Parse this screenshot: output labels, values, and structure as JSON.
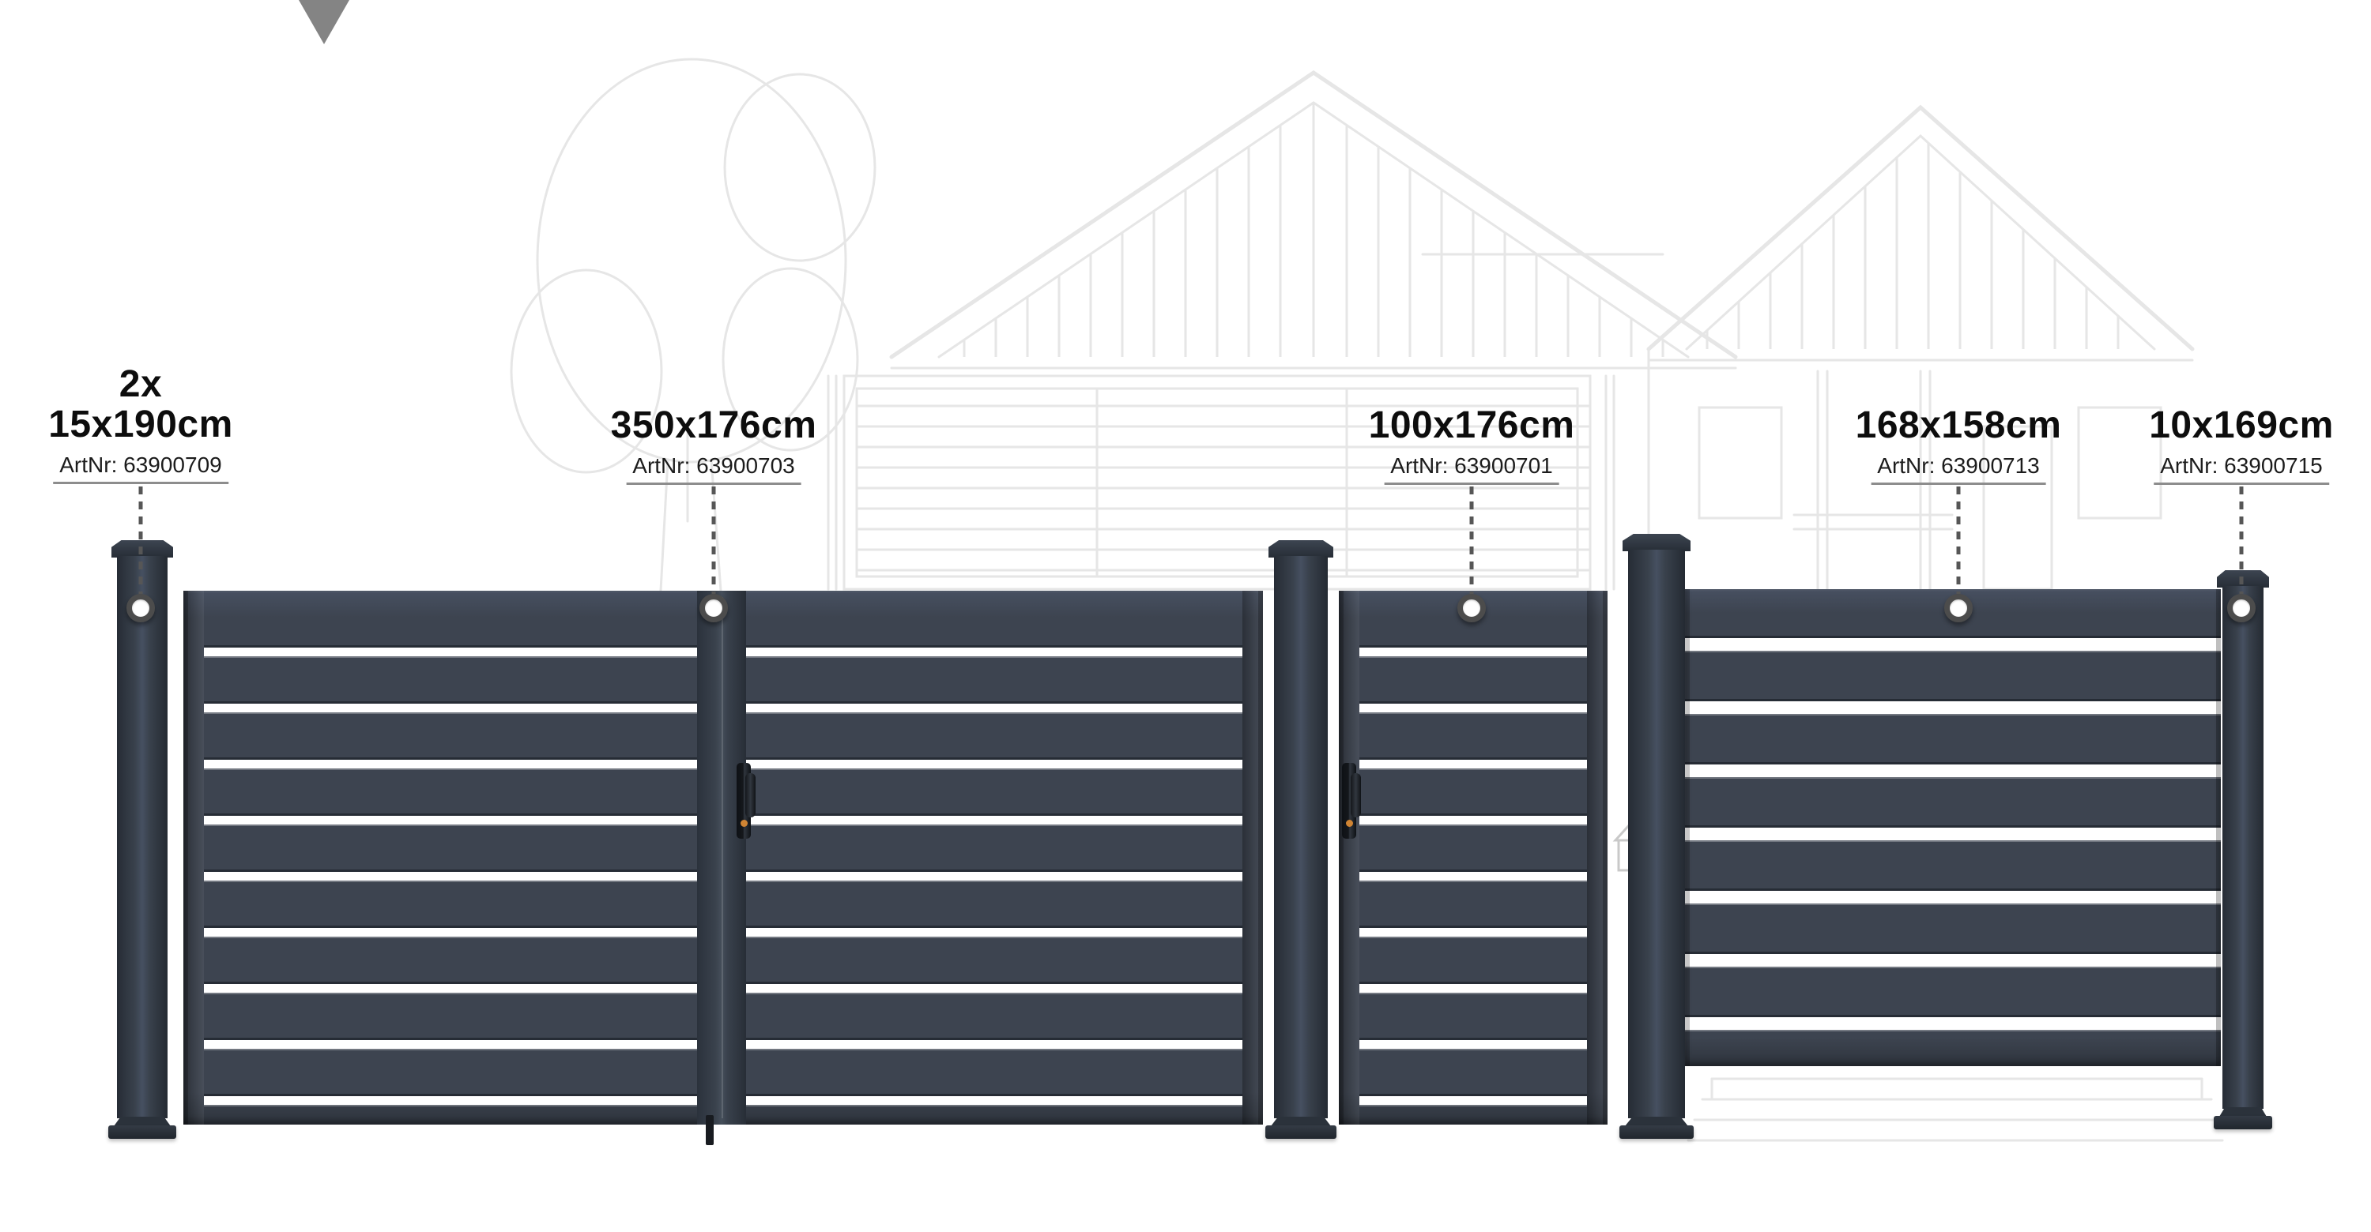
{
  "callouts": [
    {
      "qty": "2x",
      "size": "15x190cm",
      "artnr": "ArtNr: 63900709"
    },
    {
      "size": "350x176cm",
      "artnr": "ArtNr: 63900703"
    },
    {
      "size": "100x176cm",
      "artnr": "ArtNr: 63900701"
    },
    {
      "size": "168x158cm",
      "artnr": "ArtNr: 63900713"
    },
    {
      "size": "10x169cm",
      "artnr": "ArtNr: 63900715"
    }
  ],
  "colors": {
    "slat": "#3d4450",
    "gap": "#ffffff",
    "handle": "#14171b",
    "keyhole": "#cf8433",
    "sketch": "#e6e6e6",
    "text": "#0d0d0d",
    "connector": "#565656",
    "ring": "#4c4c4c"
  }
}
